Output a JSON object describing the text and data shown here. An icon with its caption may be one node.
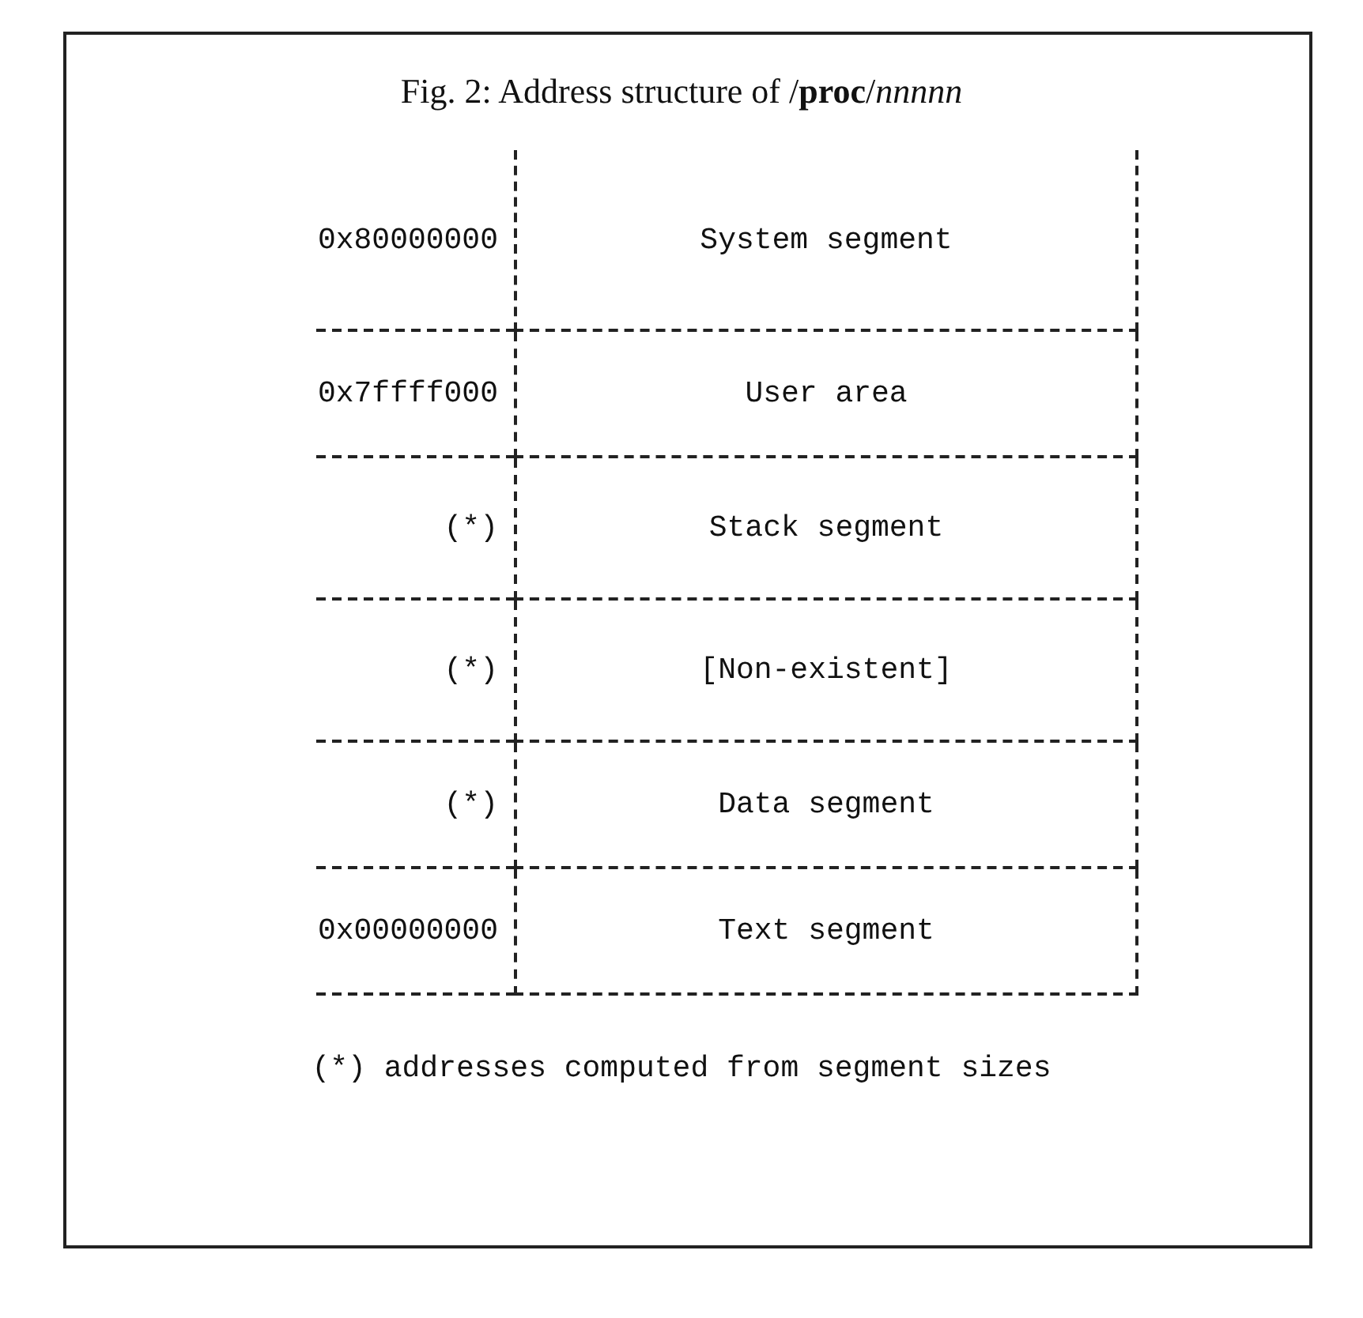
{
  "diagram": {
    "title": "Fig. 2: Address structure of /**proc**/*nnnnn*",
    "nodes": [
      {
        "text": [
          "System segment"
        ],
        "beside": [
          "0x80000000"
        ]
      },
      {
        "text": [
          "User area"
        ],
        "beside": [
          "0x7ffff000"
        ]
      },
      {
        "text": [
          "Stack segment"
        ],
        "beside": [
          "(*)"
        ]
      },
      {
        "text": [
          "[Non-existent]"
        ],
        "beside": [
          "(*)"
        ]
      },
      {
        "text": [
          "Data segment"
        ],
        "beside": [
          "(*)"
        ]
      },
      {
        "text": [
          "Text segment"
        ],
        "beside": [
          "0x00000000"
        ]
      }
    ],
    "caption": "(*) addresses computed from segment sizes"
  }
}
